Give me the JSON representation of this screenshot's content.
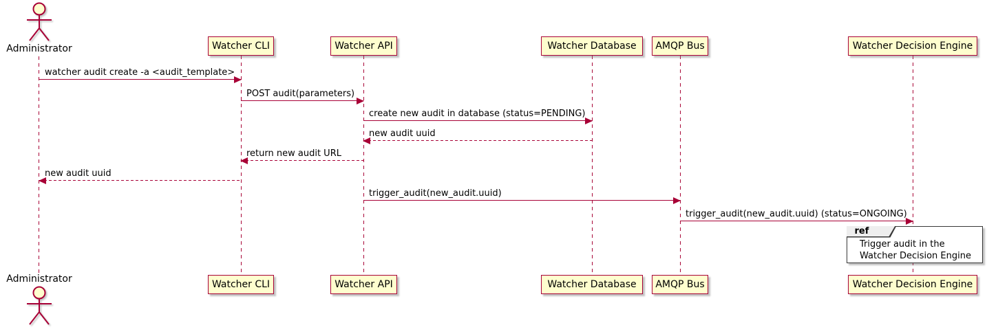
{
  "colors": {
    "accent": "#A80036",
    "participant_fill": "#FEFECE",
    "ref_header_fill": "#EEEEEE",
    "ref_border": "#383838",
    "background": "#FFFFFF"
  },
  "actor": {
    "name": "Administrator"
  },
  "participants": [
    {
      "name": "Watcher CLI"
    },
    {
      "name": "Watcher API"
    },
    {
      "name": "Watcher Database"
    },
    {
      "name": "AMQP Bus"
    },
    {
      "name": "Watcher Decision Engine"
    }
  ],
  "messages": [
    {
      "text": "watcher audit create -a <audit_template>",
      "from": "Administrator",
      "to": "Watcher CLI",
      "line": "solid",
      "direction": "right"
    },
    {
      "text": "POST audit(parameters)",
      "from": "Watcher CLI",
      "to": "Watcher API",
      "line": "solid",
      "direction": "right"
    },
    {
      "text": "create new audit in database (status=PENDING)",
      "from": "Watcher API",
      "to": "Watcher Database",
      "line": "solid",
      "direction": "right"
    },
    {
      "text": "new audit uuid",
      "from": "Watcher Database",
      "to": "Watcher API",
      "line": "dashed",
      "direction": "left"
    },
    {
      "text": "return new audit URL",
      "from": "Watcher API",
      "to": "Watcher CLI",
      "line": "dashed",
      "direction": "left"
    },
    {
      "text": "new audit uuid",
      "from": "Watcher CLI",
      "to": "Administrator",
      "line": "dashed",
      "direction": "left"
    },
    {
      "text": "trigger_audit(new_audit.uuid)",
      "from": "Watcher API",
      "to": "AMQP Bus",
      "line": "solid",
      "direction": "right"
    },
    {
      "text": "trigger_audit(new_audit.uuid) (status=ONGOING)",
      "from": "AMQP Bus",
      "to": "Watcher Decision Engine",
      "line": "solid",
      "direction": "right"
    }
  ],
  "ref": {
    "keyword": "ref",
    "lines": [
      "Trigger audit in the",
      "Watcher Decision Engine"
    ]
  }
}
